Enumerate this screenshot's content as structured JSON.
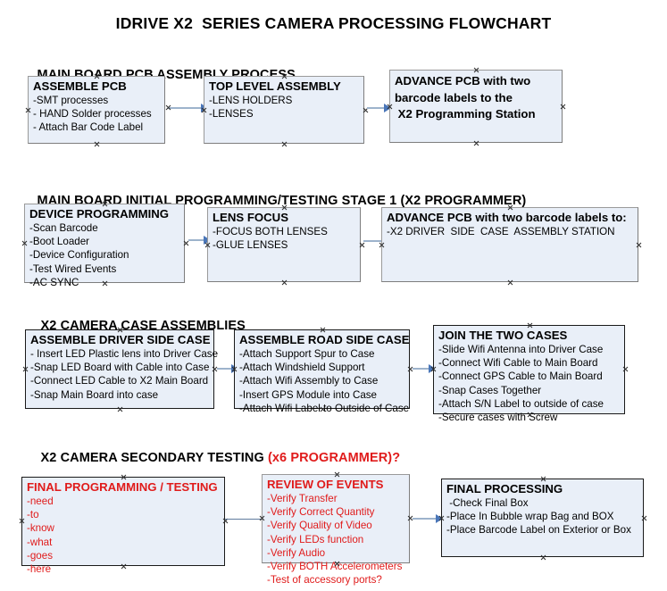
{
  "document": {
    "title": "IDRIVE X2  SERIES CAMERA PROCESSING FLOWCHART"
  },
  "colors": {
    "node_fill": "#e9eff8",
    "node_border": "#9a9a9a",
    "node_border_dark": "#1a1a1a",
    "text": "#000000",
    "accent_red": "#e01b1b",
    "connector_line": "#9db3cc",
    "connector_head": "#4a76b8"
  },
  "sections": [
    {
      "id": "main-board-pcb-assembly-process",
      "heading": "MAIN BOARD PCB ASSEMBLY PROCESS",
      "heading_accent": "",
      "nodes": [
        {
          "id": "assemble-pcb",
          "title": "ASSEMBLE PCB",
          "lines": [
            "-SMT processes",
            "- HAND Solder processes",
            "- Attach Bar Code Label"
          ]
        },
        {
          "id": "top-level-assembly",
          "title": "TOP LEVEL ASSEMBLY",
          "lines": [
            "-LENS HOLDERS",
            "-LENSES"
          ]
        },
        {
          "id": "advance-pcb-to-x2-programming-station",
          "title": "ADVANCE PCB with two\nbarcode labels to the\n X2 Programming Station",
          "lines": []
        }
      ]
    },
    {
      "id": "main-board-initial-programming-testing-stage-1",
      "heading": "MAIN BOARD INITIAL PROGRAMMING/TESTING STAGE 1 (X2 PROGRAMMER)",
      "heading_accent": "",
      "nodes": [
        {
          "id": "device-programming",
          "title": "DEVICE PROGRAMMING",
          "lines": [
            "-Scan Barcode",
            "-Boot Loader",
            "-Device Configuration",
            "-Test Wired Events",
            "-AC SYNC"
          ]
        },
        {
          "id": "lens-focus",
          "title": "LENS FOCUS",
          "lines": [
            "-FOCUS BOTH LENSES",
            "-GLUE LENSES"
          ]
        },
        {
          "id": "advance-pcb-to-driver-side-case-assembly-station",
          "title": "ADVANCE PCB with two barcode labels to:",
          "lines": [
            "-X2 DRIVER  SIDE  CASE  ASSEMBLY STATION"
          ]
        }
      ]
    },
    {
      "id": "x2-camera-case-assemblies",
      "heading": "X2 CAMERA CASE ASSEMBLIES",
      "heading_accent": "",
      "nodes": [
        {
          "id": "assemble-driver-side-case",
          "title": "ASSEMBLE DRIVER SIDE CASE",
          "lines": [
            "- Insert LED Plastic lens into Driver Case",
            "-Snap LED Board with Cable into Case",
            "-Connect LED Cable to X2 Main Board",
            "-Snap Main Board into case"
          ]
        },
        {
          "id": "assemble-road-side-case",
          "title": "ASSEMBLE ROAD SIDE CASE",
          "lines": [
            "-Attach Support Spur to Case",
            "-Attach Windshield Support",
            "-Attach Wifi Assembly to Case",
            "-Insert GPS Module into Case",
            "-Attach Wifi Label to Outside of Case"
          ]
        },
        {
          "id": "join-the-two-cases",
          "title": "JOIN THE TWO CASES",
          "lines": [
            "-Slide Wifi Antenna into Driver Case",
            "-Connect Wifi Cable to Main Board",
            "-Connect GPS Cable to Main Board",
            "-Snap Cases Together",
            "-Attach S/N Label to outside of case",
            "-Secure cases with Screw"
          ]
        }
      ]
    },
    {
      "id": "x2-camera-secondary-testing",
      "heading": "X2 CAMERA SECONDARY TESTING ",
      "heading_accent": "(x6 PROGRAMMER)?",
      "nodes": [
        {
          "id": "final-programming-testing",
          "title": "FINAL PROGRAMMING / TESTING",
          "lines": [
            "-need",
            "-to",
            "-know",
            "-what",
            "-goes",
            "-here"
          ]
        },
        {
          "id": "review-of-events",
          "title": "REVIEW OF EVENTS",
          "lines": [
            "-Verify Transfer",
            "-Verify Correct Quantity",
            "-Verify Quality of Video",
            "-Verify LEDs function",
            "-Verify Audio",
            "-Verify BOTH Accelerometers",
            "-Test of accessory ports?"
          ]
        },
        {
          "id": "final-processing",
          "title": "FINAL PROCESSING",
          "lines": [
            " -Check Final Box",
            "-Place In Bubble wrap Bag and BOX",
            "-Place Barcode Label on Exterior or Box"
          ]
        }
      ]
    }
  ]
}
